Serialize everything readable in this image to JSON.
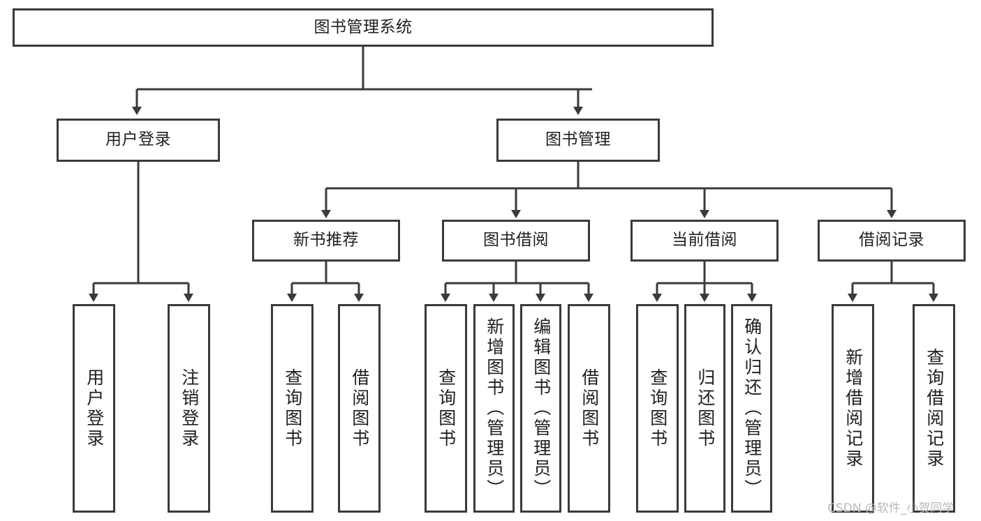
{
  "diagram": {
    "type": "tree-hierarchy-chart",
    "title": "图书管理系统",
    "watermark": "CSDN @软件_小贺同学",
    "stroke_color": "#3a3a3a",
    "background_color": "#ffffff",
    "text_color": "#1f1f1f",
    "watermark_color": "#b9b9b9",
    "nodes": {
      "root": {
        "label": "图书管理系统"
      },
      "level1": [
        {
          "id": "user-login",
          "label": "用户登录"
        },
        {
          "id": "book-manage",
          "label": "图书管理"
        }
      ],
      "level2": [
        {
          "id": "new-book-recommend",
          "label": "新书推荐"
        },
        {
          "id": "book-borrow",
          "label": "图书借阅"
        },
        {
          "id": "current-borrow",
          "label": "当前借阅"
        },
        {
          "id": "borrow-record",
          "label": "借阅记录"
        }
      ],
      "leaves": {
        "user_login": [
          {
            "id": "leaf-user-login",
            "label": "用户登录"
          },
          {
            "id": "leaf-logout-login",
            "label": "注销登录"
          }
        ],
        "new_book_recommend": [
          {
            "id": "leaf-query-book-1",
            "label": "查询图书"
          },
          {
            "id": "leaf-borrow-book-1",
            "label": "借阅图书"
          }
        ],
        "book_borrow": [
          {
            "id": "leaf-query-book-2",
            "label": "查询图书"
          },
          {
            "id": "leaf-add-book",
            "label": "新增图书（管理员）"
          },
          {
            "id": "leaf-edit-book",
            "label": "编辑图书（管理员）"
          },
          {
            "id": "leaf-borrow-book-2",
            "label": "借阅图书"
          }
        ],
        "current_borrow": [
          {
            "id": "leaf-query-book-3",
            "label": "查询图书"
          },
          {
            "id": "leaf-return-book",
            "label": "归还图书"
          },
          {
            "id": "leaf-confirm-return",
            "label": "确认归还（管理员）"
          }
        ],
        "borrow_record": [
          {
            "id": "leaf-add-record",
            "label": "新增借阅记录"
          },
          {
            "id": "leaf-query-record",
            "label": "查询借阅记录"
          }
        ]
      }
    }
  }
}
